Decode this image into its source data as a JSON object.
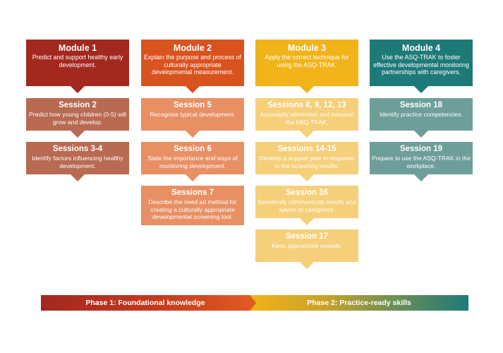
{
  "columns": [
    {
      "color_module": "#a3281f",
      "color_session": "#b86a52",
      "module": {
        "title": "Module 1",
        "desc": "Predict and support healthy early development."
      },
      "sessions": [
        {
          "title": "Session 2",
          "desc": "Predict how young  children (0-5) will grow and develop."
        },
        {
          "title": "Sessions 3-4",
          "desc": "Identify factors influencing healthy development."
        }
      ]
    },
    {
      "color_module": "#d9531e",
      "color_session": "#e88f64",
      "module": {
        "title": "Module 2",
        "desc": "Explain the purpose and process of culturally appropriate developmental measurement."
      },
      "sessions": [
        {
          "title": "Session 5",
          "desc": "Recognise typical development."
        },
        {
          "title": "Session 6",
          "desc": "State the importance and ways of monitoring development."
        },
        {
          "title": "Sessions 7",
          "desc": "Describe the need ad method for creating a culturally appropriate developmental screening tool."
        }
      ]
    },
    {
      "color_module": "#f0b31a",
      "color_session": "#f6cf7a",
      "module": {
        "title": "Module 3",
        "desc": "Apply the correct technique for using the ASQ-TRAK."
      },
      "sessions": [
        {
          "title": "Sessions 8, 9, 12, 13",
          "desc": "Accurately administer and interpret the ASQ-TRAK."
        },
        {
          "title": "Sessions 14-15",
          "desc": "Develop a support plan in response to the screening results."
        },
        {
          "title": "Session 16",
          "desc": "Sensitively communicate results and advice to caregivers."
        },
        {
          "title": "Session 17",
          "desc": "Keep appropriate records."
        }
      ]
    },
    {
      "color_module": "#1e7a78",
      "color_session": "#6e9e9a",
      "module": {
        "title": "Module 4",
        "desc": "Use the ASQ-TRAK to foster effective developmental monitoring partnerships with caregivers."
      },
      "sessions": [
        {
          "title": "Session 18",
          "desc": "Identify practice competencies."
        },
        {
          "title": "Session 19",
          "desc": "Prepare to use the ASQ-TRAK in the workplace."
        }
      ]
    }
  ],
  "phases": {
    "phase1": "Phase 1: Foundational knowledge",
    "phase2": "Phase 2: Practice-ready skills",
    "phase1_color": "#a3281f",
    "phase1_end_color": "#e05a22",
    "phase2_color": "#f0b31a",
    "phase2_end_color": "#1e7a78"
  }
}
